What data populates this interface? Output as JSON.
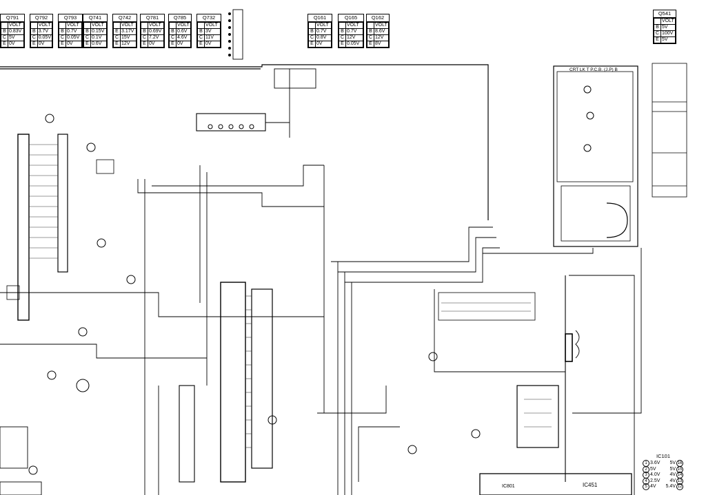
{
  "voltage_tables": [
    {
      "title": "Q791",
      "rows": [
        [
          "",
          "VOLT"
        ],
        [
          "B",
          "0.83V"
        ],
        [
          "C",
          "5V"
        ],
        [
          "E",
          "0V"
        ]
      ]
    },
    {
      "title": "Q792",
      "rows": [
        [
          "",
          "VOLT"
        ],
        [
          "B",
          "3.7V"
        ],
        [
          "C",
          "0.05V"
        ],
        [
          "E",
          "0V"
        ]
      ]
    },
    {
      "title": "Q793",
      "rows": [
        [
          "",
          "VOLT"
        ],
        [
          "B",
          "0.7V"
        ],
        [
          "C",
          "0.05V"
        ],
        [
          "E",
          "0V"
        ]
      ]
    },
    {
      "title": "Q741",
      "rows": [
        [
          "",
          "VOLT"
        ],
        [
          "B",
          "0.15V"
        ],
        [
          "C",
          "0.1V"
        ],
        [
          "E",
          "0.6V"
        ]
      ]
    },
    {
      "title": "Q742",
      "rows": [
        [
          "",
          "VOLT"
        ],
        [
          "E",
          "3.17V"
        ],
        [
          "C",
          "15V"
        ],
        [
          "E",
          "12V"
        ]
      ]
    },
    {
      "title": "Q781",
      "rows": [
        [
          "",
          "VOLT"
        ],
        [
          "B",
          "0.69V"
        ],
        [
          "C",
          "7.2V"
        ],
        [
          "E",
          "0V"
        ]
      ]
    },
    {
      "title": "Q785",
      "rows": [
        [
          "",
          "VOLT"
        ],
        [
          "B",
          "0.6V"
        ],
        [
          "C",
          "4.6V"
        ],
        [
          "E",
          "0V"
        ]
      ]
    },
    {
      "title": "Q732",
      "rows": [
        [
          "",
          "VOLT"
        ],
        [
          "B",
          "3V"
        ],
        [
          "C",
          "11V"
        ],
        [
          "E",
          "0V"
        ]
      ]
    },
    {
      "title": "Q161",
      "rows": [
        [
          "",
          "VOLT"
        ],
        [
          "B",
          "0.7V"
        ],
        [
          "C",
          "0.8V"
        ],
        [
          "E",
          "0V"
        ]
      ]
    },
    {
      "title": "Q165",
      "rows": [
        [
          "",
          "VOLT"
        ],
        [
          "B",
          "0.7V"
        ],
        [
          "C",
          "12V"
        ],
        [
          "E",
          "0.05V"
        ]
      ]
    },
    {
      "title": "Q162",
      "rows": [
        [
          "",
          "VOLT"
        ],
        [
          "B",
          "8.6V"
        ],
        [
          "C",
          "12V"
        ],
        [
          "E",
          "8V"
        ]
      ]
    },
    {
      "title": "Q541",
      "rows": [
        [
          "",
          "VOLT"
        ],
        [
          "B",
          "5V"
        ],
        [
          "C",
          "100V"
        ],
        [
          "E",
          "5V"
        ]
      ]
    }
  ],
  "labels": {
    "crt_board": "CRT LK T P.C.B. (J.P) B",
    "ic451": "IC451",
    "ic101_title": "IC101",
    "ic801": "IC801"
  },
  "ic101_pins": [
    {
      "left_pin": "1",
      "left": "3.6V",
      "right": "5V",
      "right_pin": "16"
    },
    {
      "left_pin": "2",
      "left": "5V",
      "right": "5V",
      "right_pin": "15"
    },
    {
      "left_pin": "3",
      "left": "4.0V",
      "right": "4V",
      "right_pin": "14"
    },
    {
      "left_pin": "4",
      "left": "2.5V",
      "right": "4V",
      "right_pin": "13"
    },
    {
      "left_pin": "5",
      "left": "4V",
      "right": "5.4V",
      "right_pin": "12"
    }
  ]
}
